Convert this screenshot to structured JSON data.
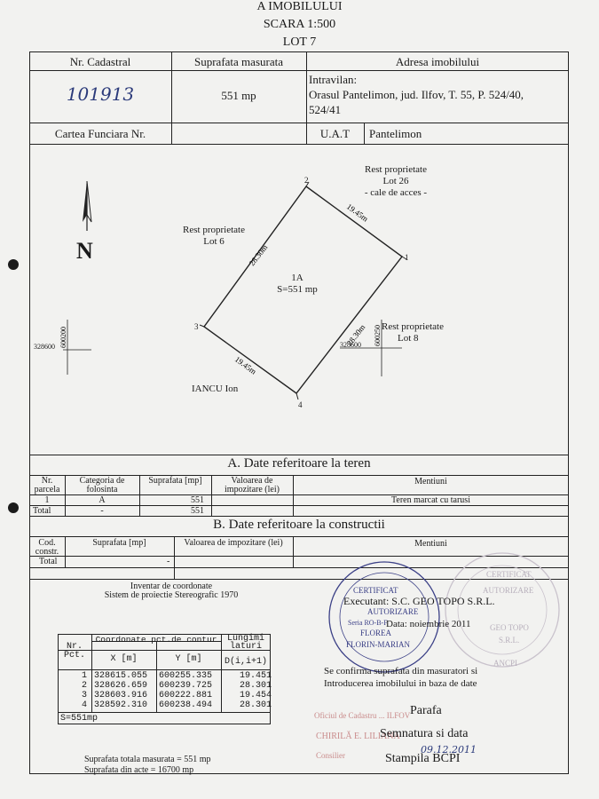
{
  "header": {
    "line1": "A IMOBILULUI",
    "line2": "SCARA 1:500",
    "line3": "LOT 7"
  },
  "top_table": {
    "col_cadastral": "Nr. Cadastral",
    "col_suprafata": "Suprafata masurata",
    "col_adresa": "Adresa imobilului",
    "cadastral_value": "101913",
    "suprafata_value": "551 mp",
    "adresa_line1": "Intravilan:",
    "adresa_line2": "Orasul Pantelimon, jud. Ilfov, T. 55, P. 524/40,",
    "adresa_line3": "524/41",
    "carte_funciara_label": "Cartea Funciara Nr.",
    "uat_label": "U.A.T",
    "uat_value": "Pantelimon"
  },
  "plan": {
    "north": "N",
    "rest_top_1": "Rest proprietate",
    "rest_top_2": "Lot 26",
    "rest_top_3": "- cale de acces -",
    "rest_left_1": "Rest proprietate",
    "rest_left_2": "Lot 6",
    "rest_right_1": "Rest proprietate",
    "rest_right_2": "Lot 8",
    "bottom_owner": "IANCU Ion",
    "parcel_id": "1A",
    "parcel_area": "S=551 mp",
    "p1": "1",
    "p2": "2",
    "p3": "3",
    "p4": "4",
    "side_top": "19.45m",
    "side_left": "28.30m",
    "side_right": "28.30m",
    "side_bottom": "19.45m",
    "grid_left_x": "328600",
    "grid_left_y": "600200",
    "grid_right_x": "328600",
    "grid_right_y": "600250"
  },
  "section_a": {
    "title": "A. Date referitoare la teren",
    "h_nr": "Nr. parcela",
    "h_categ": "Categoria de folosinta",
    "h_supr": "Suprafata [mp]",
    "h_val": "Valoarea de impozitare (lei)",
    "h_ment": "Mentiuni",
    "row_nr": "1",
    "row_categ": "A",
    "row_supr": "551",
    "row_ment": "Teren marcat cu tarusi",
    "total_label": "Total",
    "total_categ": "-",
    "total_supr": "551"
  },
  "section_b": {
    "title": "B. Date referitoare la constructii",
    "h_cod": "Cod. constr.",
    "h_supr": "Suprafata [mp]",
    "h_val": "Valoarea de impozitare (lei)",
    "h_ment": "Mentiuni",
    "total_label": "Total",
    "total_val": "-"
  },
  "coords": {
    "title1": "Inventar de coordonate",
    "title2": "Sistem de proiectie Stereografic 1970",
    "h_nr": "Nr. Pct.",
    "h_coord": "Coordonate pct.de contur",
    "h_x": "X [m]",
    "h_y": "Y [m]",
    "h_len": "Lungimi laturi",
    "h_d": "D(i,i+1)",
    "rows": [
      {
        "nr": "1",
        "x": "328615.055",
        "y": "600255.335",
        "d": "19.451"
      },
      {
        "nr": "2",
        "x": "328626.659",
        "y": "600239.725",
        "d": "28.301"
      },
      {
        "nr": "3",
        "x": "328603.916",
        "y": "600222.881",
        "d": "19.454"
      },
      {
        "nr": "4",
        "x": "328592.310",
        "y": "600238.494",
        "d": "28.301"
      }
    ],
    "s_total": "S=551mp",
    "supr_totala": "Suprafata totala masurata = 551 mp",
    "supr_acte": "Suprafata din acte = 16700 mp"
  },
  "execution": {
    "executant": "Executant: S.C. GEO TOPO S.R.L.",
    "data": "Data: noiembrie 2011",
    "confirm1": "Se confirma suprafata din masuratori si",
    "confirm2": "Introducerea imobilului in baza de date",
    "parafa": "Parafa",
    "semnatura": "Semnatura si data",
    "stampila": "Stampila BCPI",
    "handwritten_date": "09.12.2011",
    "oficiul": "Oficiul de Cadastru ... ILFOV",
    "chirila": "CHIRILĂ E. LILIANA",
    "consilier": "Consilier"
  },
  "stamp_left": {
    "certificat": "CERTIFICAT",
    "autorizare": "AUTORIZARE",
    "seria": "Seria RO-B-F",
    "florea": "FLOREA",
    "florin": "FLORIN-MARIAN"
  },
  "stamp_right": {
    "certificat": "CERTIFICAT",
    "autorizare": "AUTORIZARE",
    "geotopo": "GEO TOPO",
    "srl": "S.R.L.",
    "ancpi": "ANCPI"
  }
}
